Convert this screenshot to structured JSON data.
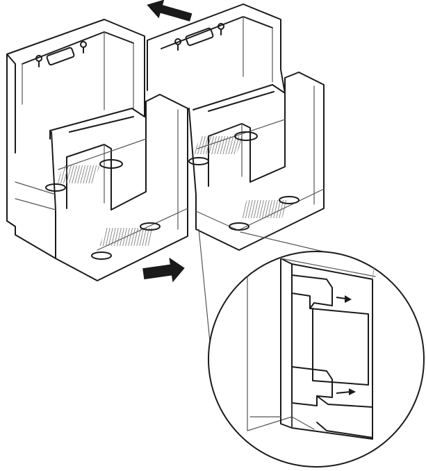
{
  "figure": {
    "subject": "modular-brochure-holder-assembly",
    "arrow_directions": [
      "push-apart-back",
      "push-apart-front",
      "slide-right",
      "slide-right"
    ],
    "colors": {
      "line": "#1a1a1a",
      "thin_line": "#555555",
      "faint_line": "#9a9a9a",
      "arrow": "#1a1a1a",
      "hatch": "#6e6e6e",
      "background": "#ffffff"
    }
  }
}
